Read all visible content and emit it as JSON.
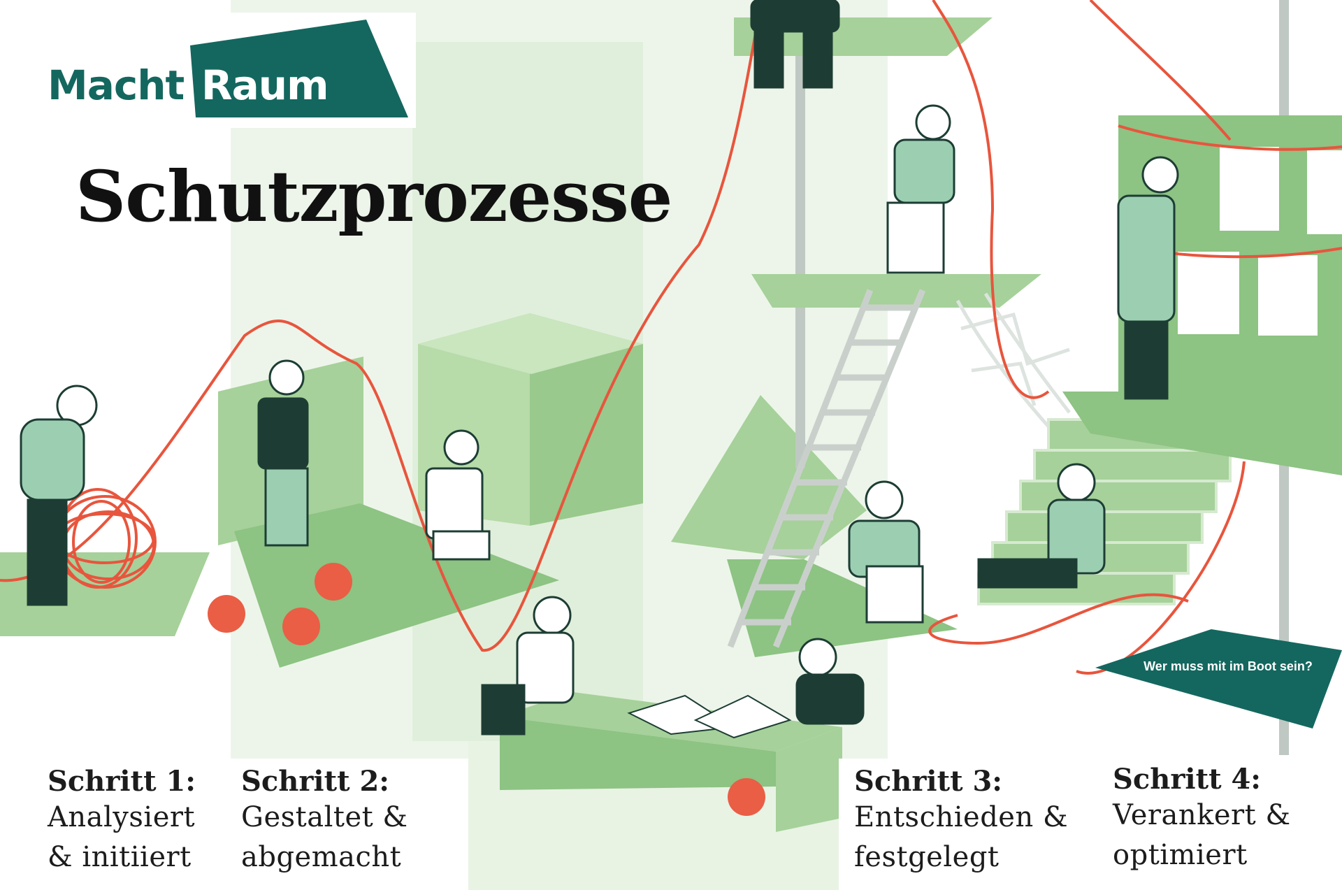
{
  "colors": {
    "brand": "#14675f",
    "green_light": "#c9e2bf",
    "green_mid": "#a6d19a",
    "green_dark": "#8dc383",
    "rope": "#e8553d",
    "dot": "#e95e45",
    "text": "#111111"
  },
  "logo": {
    "word_left": "Macht",
    "word_right": "Raum"
  },
  "title": "Schutzprozesse",
  "steps": [
    {
      "heading": "Schritt 1:",
      "line1": "Analysiert",
      "line2": "& initiiert"
    },
    {
      "heading": "Schritt 2:",
      "line1": "Gestaltet  &",
      "line2": "abgemacht"
    },
    {
      "heading": "Schritt 3:",
      "line1": "Entschieden &",
      "line2": "festgelegt"
    },
    {
      "heading": "Schritt 4:",
      "line1": "Verankert &",
      "line2": "optimiert"
    }
  ],
  "boat_sign": "Wer muss mit im Boot sein?"
}
